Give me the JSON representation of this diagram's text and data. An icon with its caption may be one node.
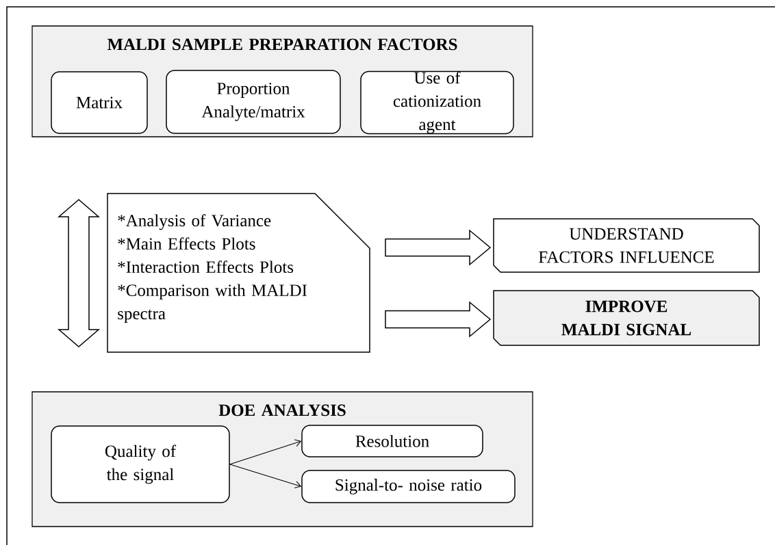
{
  "diagram": {
    "nodes": [
      {
        "text": [
          "MALDI SAMPLE PREPARATION FACTORS"
        ]
      },
      {
        "text": [
          "Matrix"
        ],
        "in": 0
      },
      {
        "text": [
          "Proportion Analyte/matrix"
        ],
        "in": 0
      },
      {
        "text": [
          "Use of cationization agent"
        ],
        "in": 0
      },
      {
        "text": [
          "*Analysis of Variance",
          "*Main Effects Plots",
          "*Interaction Effects Plots",
          "*Comparison with MALDI spectra"
        ]
      },
      {
        "text": [
          "UNDERSTAND FACTORS INFLUENCE"
        ]
      },
      {
        "text": [
          "IMPROVE MALDI SIGNAL"
        ]
      },
      {
        "text": [
          "DOE ANALYSIS"
        ]
      },
      {
        "text": [
          "Quality of the signal"
        ],
        "in": 7
      },
      {
        "text": [
          "Resolution"
        ],
        "in": 7
      },
      {
        "text": [
          "Signal-to- noise ratio"
        ],
        "in": 7
      }
    ],
    "edges": [
      {
        "from": 0,
        "to": 7,
        "arrow": "both"
      },
      {
        "from": 4,
        "to": 5,
        "arrow": "to"
      },
      {
        "from": 4,
        "to": 6,
        "arrow": "to"
      },
      {
        "from": 8,
        "to": 9,
        "arrow": "to"
      },
      {
        "from": 8,
        "to": 10,
        "arrow": "to"
      }
    ]
  }
}
